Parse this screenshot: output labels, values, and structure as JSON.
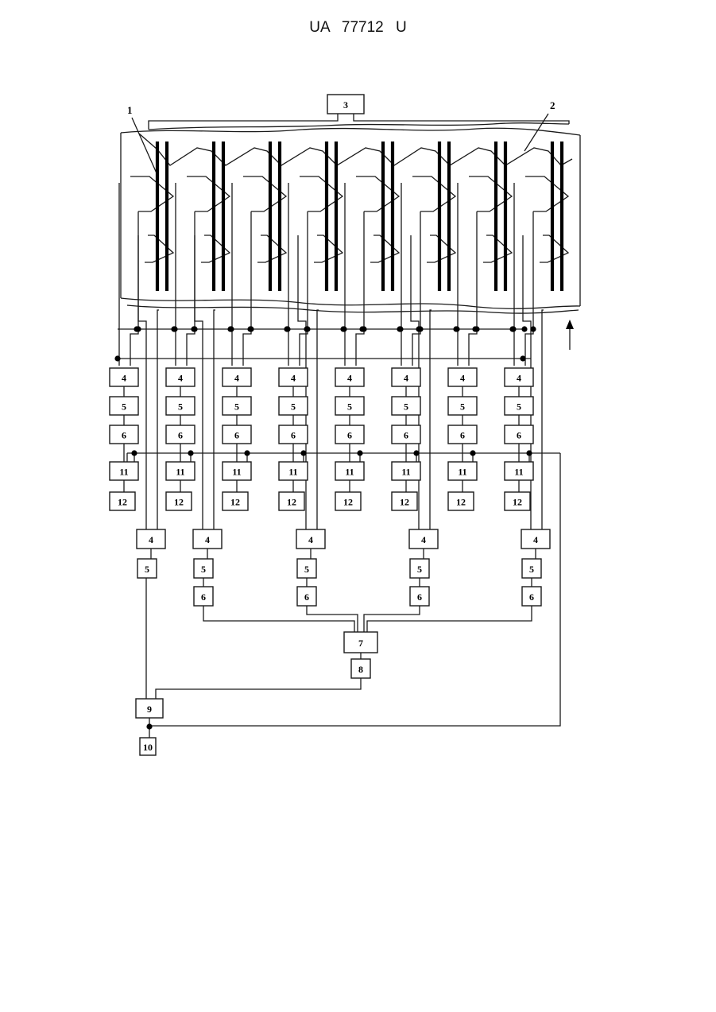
{
  "header": {
    "document_number": "UA 77712 U"
  },
  "diagram": {
    "reference_numerals": {
      "electrode_array": "1",
      "bath": "2",
      "unit_3": "3"
    },
    "sensor_channels": 8,
    "channel_blocks": [
      "4",
      "5",
      "6",
      "11",
      "12"
    ],
    "group_channels": 5,
    "group_blocks": [
      "4",
      "5",
      "6"
    ],
    "central_blocks": [
      "7",
      "8",
      "9",
      "10"
    ]
  }
}
